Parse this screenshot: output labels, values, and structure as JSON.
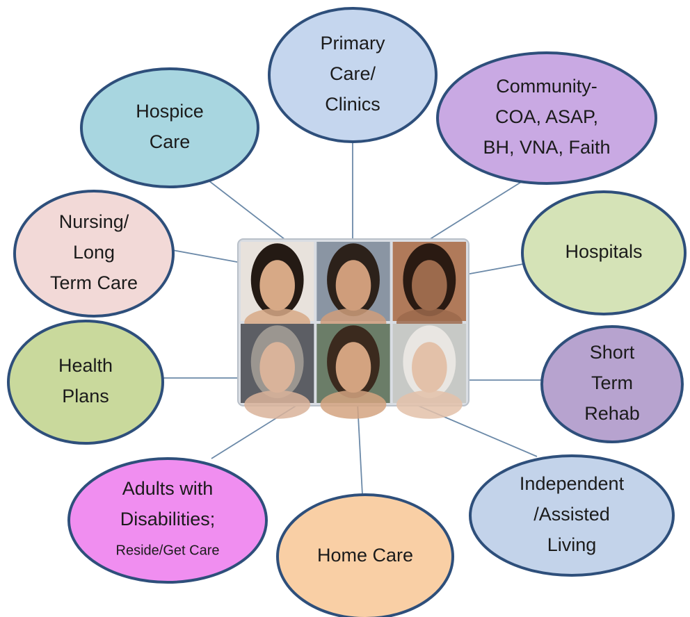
{
  "diagram": {
    "center": {
      "photos": [
        {
          "name": "young-woman-portrait",
          "skin": "#d7a986",
          "hair": "#241a14",
          "bg": "#e8e2dc"
        },
        {
          "name": "young-man-portrait",
          "skin": "#cf9d7b",
          "hair": "#2c211a",
          "bg": "#8a95a3"
        },
        {
          "name": "mother-daughter-portrait",
          "skin": "#9c6a4c",
          "hair": "#2a1a12",
          "bg": "#b07a5a"
        },
        {
          "name": "gray-haired-woman-portrait",
          "skin": "#d9b39a",
          "hair": "#9b9690",
          "bg": "#5c5e64"
        },
        {
          "name": "couple-portrait",
          "skin": "#d3a380",
          "hair": "#3b2a1e",
          "bg": "#6b7d68"
        },
        {
          "name": "elderly-woman-portrait",
          "skin": "#e3c1a9",
          "hair": "#e9e6e2",
          "bg": "#c7c9c6"
        }
      ]
    },
    "nodes": [
      {
        "id": "primary-care",
        "fill": "#c5d6ee",
        "lines": [
          {
            "t": "Primary"
          },
          {
            "t": "Care/"
          },
          {
            "t": "Clinics"
          }
        ]
      },
      {
        "id": "community",
        "fill": "#c9a9e3",
        "lines": [
          {
            "t": "Community-"
          },
          {
            "t": "COA, ASAP,"
          },
          {
            "t": "BH, VNA, Faith"
          }
        ]
      },
      {
        "id": "hospitals",
        "fill": "#d5e3b7",
        "lines": [
          {
            "t": "Hospitals"
          }
        ]
      },
      {
        "id": "short-term-rehab",
        "fill": "#b7a3cf",
        "lines": [
          {
            "t": "Short"
          },
          {
            "t": "Term"
          },
          {
            "t": "Rehab"
          }
        ]
      },
      {
        "id": "independent-assisted-living",
        "fill": "#c3d3ea",
        "lines": [
          {
            "t": "Independent"
          },
          {
            "t": "/Assisted"
          },
          {
            "t": "Living"
          }
        ]
      },
      {
        "id": "home-care",
        "fill": "#f9cfa5",
        "lines": [
          {
            "t": "Home Care"
          }
        ]
      },
      {
        "id": "adults-with-disabilities",
        "fill": "#f08ef0",
        "lines": [
          {
            "t": "Adults with"
          },
          {
            "t": "Disabilities;"
          },
          {
            "t": "Reside/Get Care",
            "small": true
          }
        ]
      },
      {
        "id": "health-plans",
        "fill": "#c9d99c",
        "lines": [
          {
            "t": "Health"
          },
          {
            "t": "Plans"
          }
        ]
      },
      {
        "id": "nursing-long-term-care",
        "fill": "#f2d9d7",
        "lines": [
          {
            "t": "Nursing/"
          },
          {
            "t": "Long"
          },
          {
            "t": "Term Care"
          }
        ]
      },
      {
        "id": "hospice-care",
        "fill": "#a8d6e0",
        "lines": [
          {
            "t": "Hospice"
          },
          {
            "t": "Care"
          }
        ]
      }
    ],
    "colors": {
      "outline": "#2e4f7b",
      "connector": "#6b89a8",
      "text": "#1b1b1b"
    }
  }
}
